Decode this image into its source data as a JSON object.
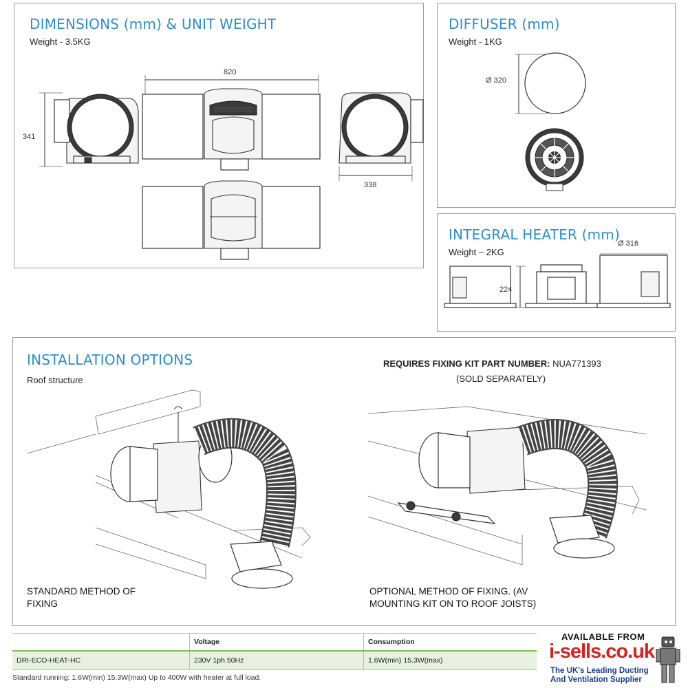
{
  "dimensions": {
    "title": "DIMENSIONS (mm) & UNIT WEIGHT",
    "weight": "Weight - 3.5KG",
    "width_label": "820",
    "height_label": "341",
    "depth_label": "338"
  },
  "diffuser": {
    "title": "DIFFUSER (mm)",
    "weight": "Weight - 1KG",
    "diameter_label": "Ø 320"
  },
  "heater": {
    "title": "INTEGRAL HEATER (mm)",
    "weight": "Weight – 2KG",
    "diameter_label": "Ø 316",
    "height_label": "224"
  },
  "installation": {
    "title": "INSTALLATION OPTIONS",
    "subtitle": "Roof structure",
    "kit_label": "REQUIRES FIXING KIT PART NUMBER:",
    "kit_part": "NUA771393",
    "kit_note": "(SOLD SEPARATELY)",
    "caption_left": "STANDARD METHOD OF FIXING",
    "caption_right": "OPTIONAL METHOD OF FIXING. (AV MOUNTING KIT ON TO ROOF JOISTS)"
  },
  "spec_table": {
    "headers": [
      "",
      "Voltage",
      "Consumption"
    ],
    "rows": [
      [
        "DRI-ECO-HEAT-HC",
        "230V 1ph 50Hz",
        "1.6W(min) 15.3W(max)"
      ]
    ]
  },
  "footnote": "Standard running: 1.6W(min) 15.3W(max) Up to 400W with heater at full load.",
  "ad": {
    "available": "AVAILABLE FROM",
    "logo": "i-sells.co.uk",
    "tagline_1": "The UK's Leading Ducting",
    "tagline_2": "And Ventilation Supplier",
    "brand_color": "#d9211f",
    "tagline_color": "#1b3e8c"
  },
  "colors": {
    "heading": "#2b8fc9",
    "border": "#9a9a9a",
    "table_row": "#e8f1e0",
    "table_rule": "#7fbf5a"
  }
}
